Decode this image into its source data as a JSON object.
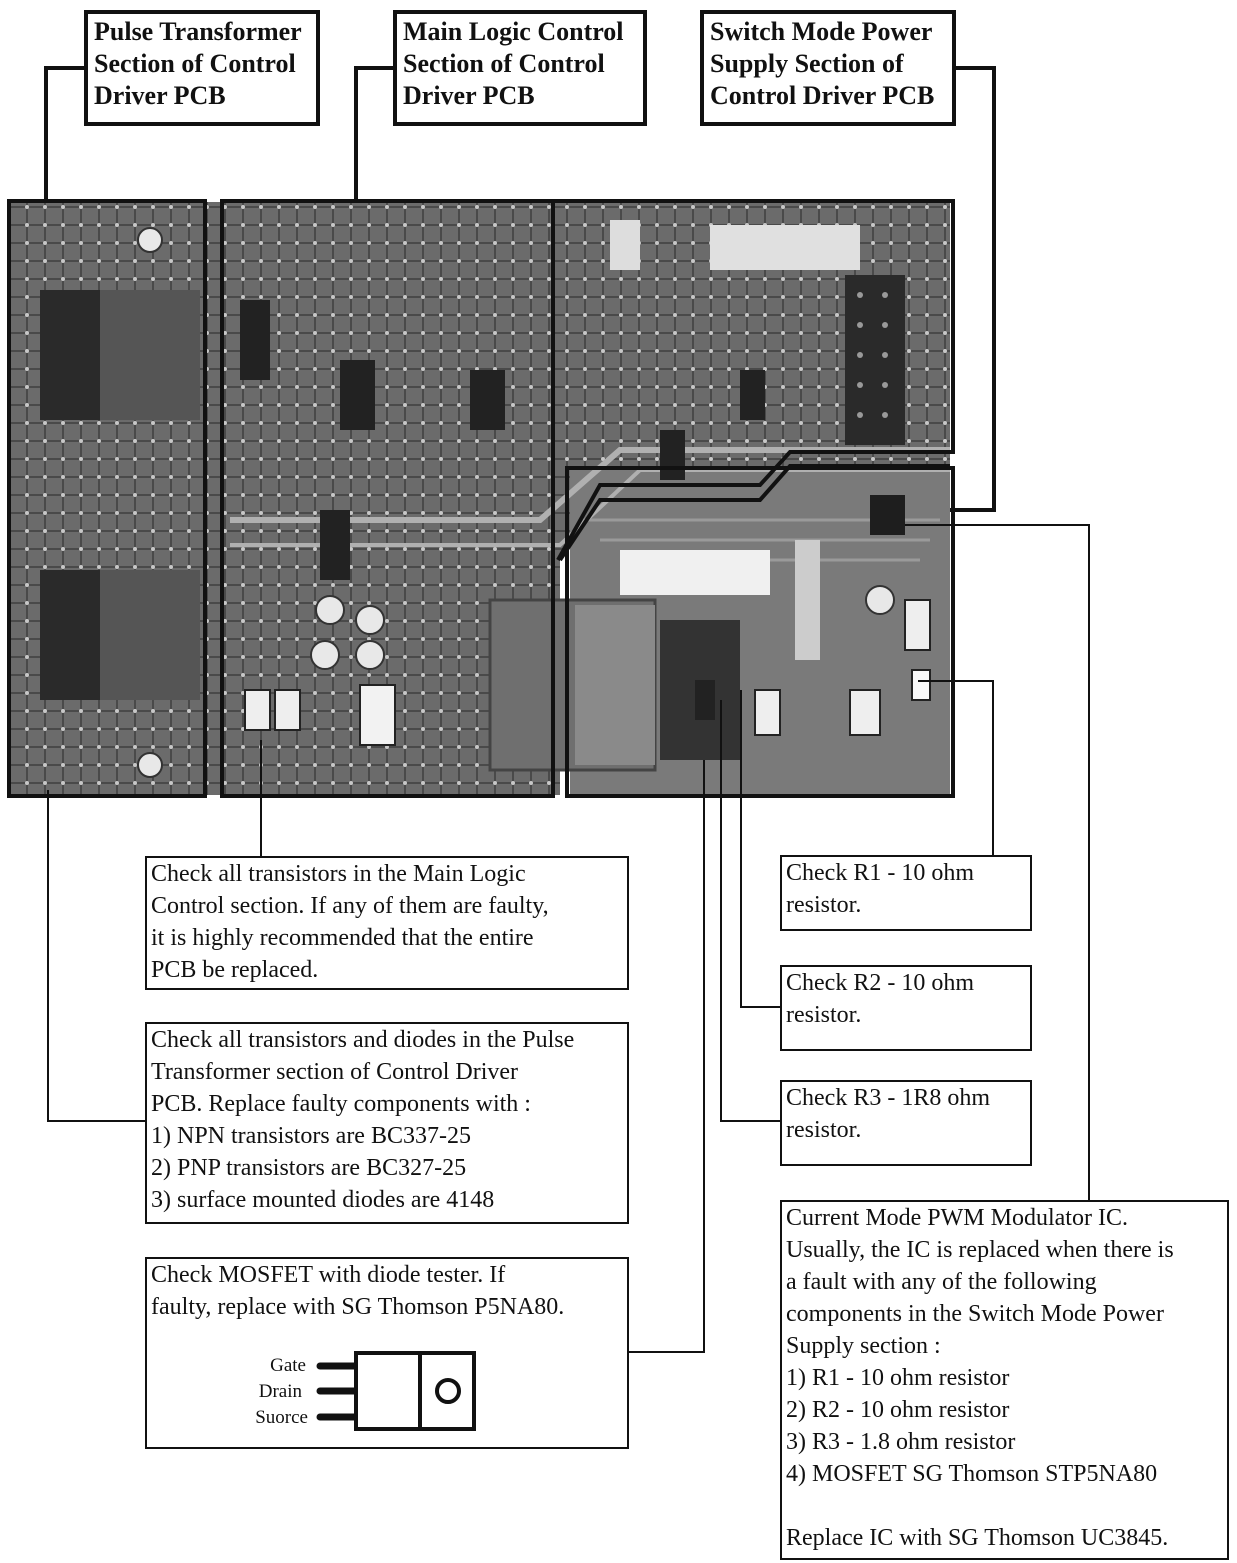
{
  "headers": {
    "pulse": [
      "Pulse Transformer",
      "Section of Control",
      "Driver PCB"
    ],
    "logic": [
      "Main Logic Control",
      "Section of Control",
      "Driver PCB"
    ],
    "smps": [
      "Switch Mode Power",
      "Supply Section of",
      "Control Driver PCB"
    ]
  },
  "notes": {
    "main_logic": [
      "Check all transistors in the Main Logic",
      "Control section.  If any of them are faulty,",
      "it is highly recommended that the entire",
      "PCB be replaced."
    ],
    "pulse_tr": [
      "Check all transistors and diodes in the Pulse",
      "Transformer section of Control Driver",
      "PCB.  Replace faulty components with :",
      "1) NPN transistors are BC337-25",
      "2) PNP transistors are BC327-25",
      "3) surface mounted diodes are 4148"
    ],
    "mosfet": [
      "Check MOSFET with diode tester.  If",
      "faulty, replace with SG Thomson P5NA80."
    ],
    "r1": [
      "Check R1 - 10 ohm",
      "resistor."
    ],
    "r2": [
      "Check R2 - 10 ohm",
      "resistor."
    ],
    "r3": [
      "Check R3 - 1R8 ohm",
      "resistor."
    ],
    "pwm": [
      "Current Mode PWM Modulator IC.",
      "Usually, the IC is replaced when there is",
      "a fault with any of the following",
      "components in the Switch Mode Power",
      "Supply section :",
      "1) R1 - 10 ohm resistor",
      "2) R2 - 10 ohm resistor",
      "3) R3 - 1.8 ohm resistor",
      "4) MOSFET SG Thomson STP5NA80",
      "",
      "Replace IC with SG Thomson UC3845."
    ]
  },
  "mosfet_pins": {
    "gate": "Gate",
    "drain": "Drain",
    "source": "Suorce"
  },
  "colors": {
    "line": "#111111",
    "board": "#5a5a5a",
    "board_dark": "#2b2b2b",
    "board_light": "#9a9a9a"
  }
}
